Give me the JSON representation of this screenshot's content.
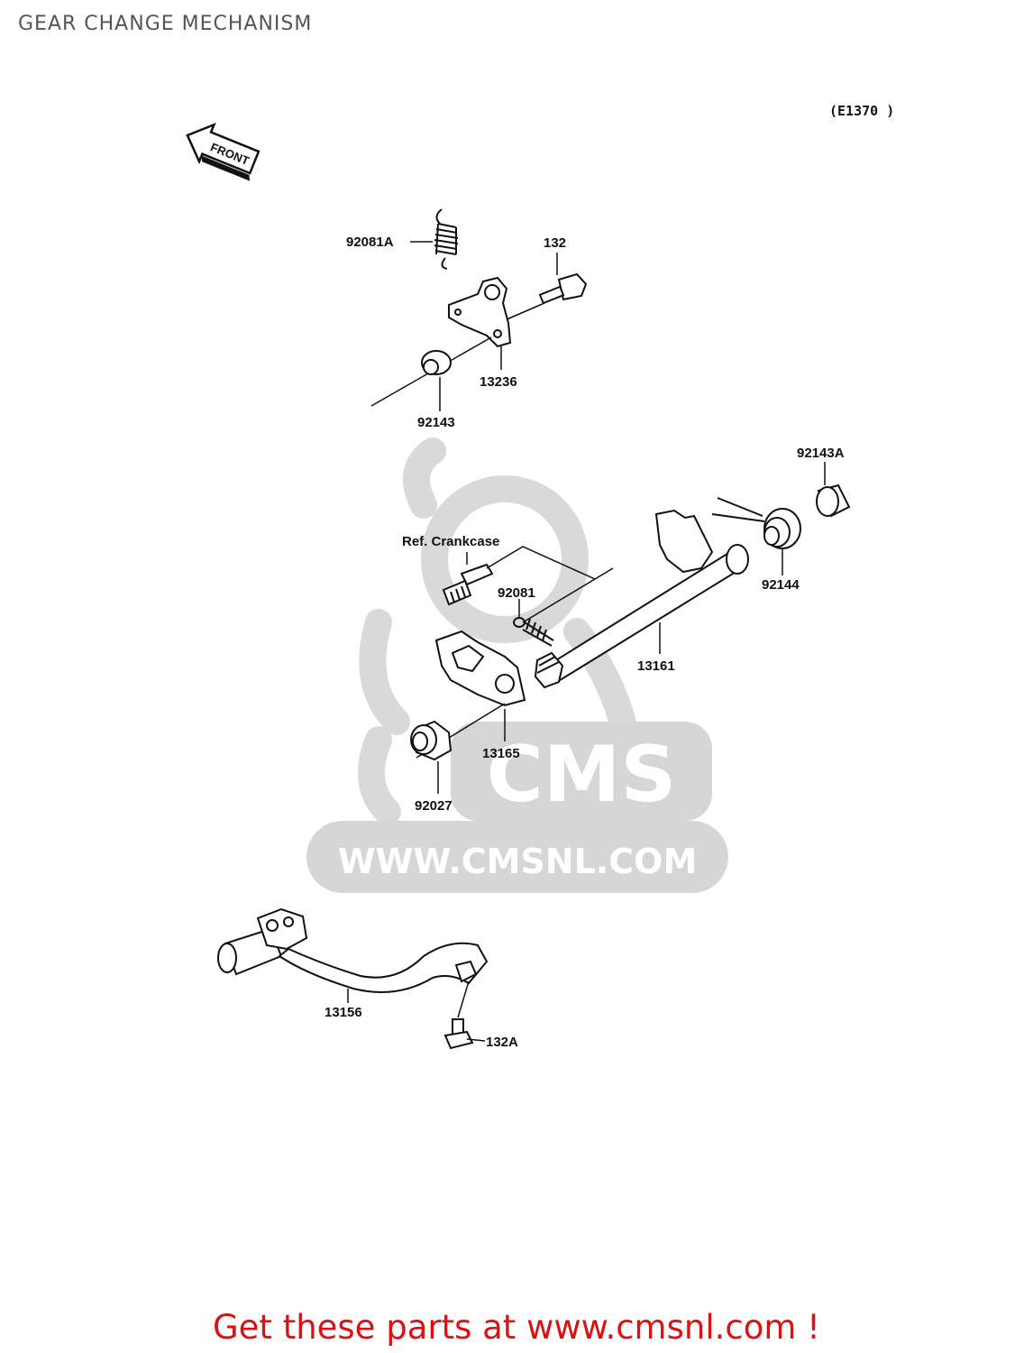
{
  "page": {
    "title": "GEAR CHANGE MECHANISM",
    "diagram_code": "(E1370 )",
    "front_label": "FRONT"
  },
  "watermark": {
    "brand": "CMS",
    "url": "WWW.CMSNL.COM"
  },
  "parts": {
    "p92081A": "92081A",
    "p132": "132",
    "p13236": "13236",
    "p92143": "92143",
    "p92143A": "92143A",
    "ref_crankcase": "Ref. Crankcase",
    "p92081": "92081",
    "p92144": "92144",
    "p13161": "13161",
    "p13165": "13165",
    "p92027": "92027",
    "p13156": "13156",
    "p132A": "132A"
  },
  "footer": {
    "cta": "Get these parts at www.cmsnl.com !"
  },
  "colors": {
    "title": "#555555",
    "line_art": "#111111",
    "watermark": "#d6d6d6",
    "cta": "#dd1111"
  }
}
